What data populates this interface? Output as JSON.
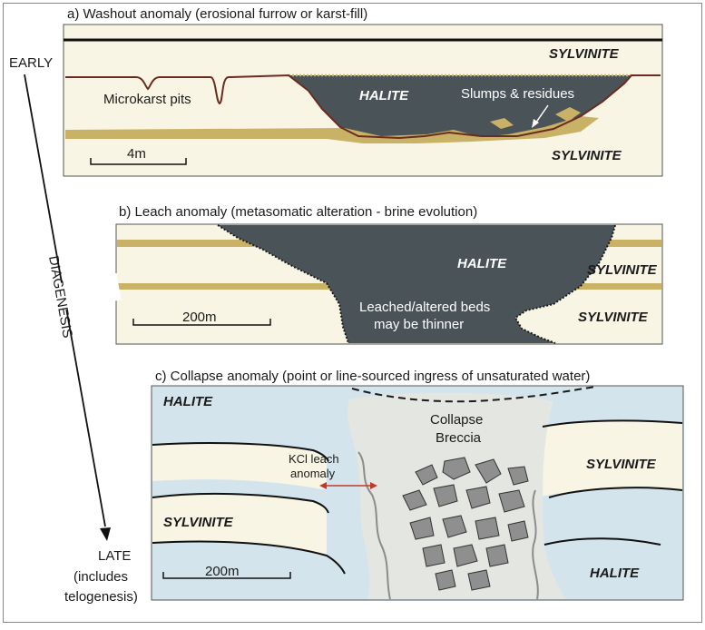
{
  "panel_a": {
    "title": "a) Washout anomaly (erosional furrow or karst-fill)",
    "rock_top": "SYLVINITE",
    "rock_fill": "HALITE",
    "rock_bottom": "SYLVINITE",
    "label_pits": "Microkarst pits",
    "label_slumps": "Slumps & residues",
    "scale": "4m"
  },
  "panel_b": {
    "title": "b) Leach anomaly (metasomatic alteration - brine evolution)",
    "rock_fill": "HALITE",
    "rock_upper": "SYLVINITE",
    "rock_lower": "SYLVINITE",
    "label_leached_1": "Leached/altered beds",
    "label_leached_2": "may be thinner",
    "scale": "200m"
  },
  "panel_c": {
    "title": "c) Collapse anomaly (point or line-sourced ingress of unsaturated water)",
    "rock_topleft": "HALITE",
    "rock_right": "SYLVINITE",
    "rock_left": "SYLVINITE",
    "rock_bottomright": "HALITE",
    "label_breccia_1": "Collapse",
    "label_breccia_2": "Breccia",
    "label_kcl_1": "KCl leach",
    "label_kcl_2": "anomaly",
    "scale": "200m"
  },
  "axis": {
    "early": "EARLY",
    "diagenesis": "DIAGENESIS",
    "late": "LATE",
    "late_sub1": "(includes",
    "late_sub2": "telogenesis)"
  },
  "colors": {
    "cream": "#f8f5e4",
    "halite_dark": "#4a5358",
    "tan": "#c9b265",
    "pale_blue": "#d4e4ec",
    "pale_gray": "#e4e6e1",
    "brown_line": "#6b2c20"
  }
}
